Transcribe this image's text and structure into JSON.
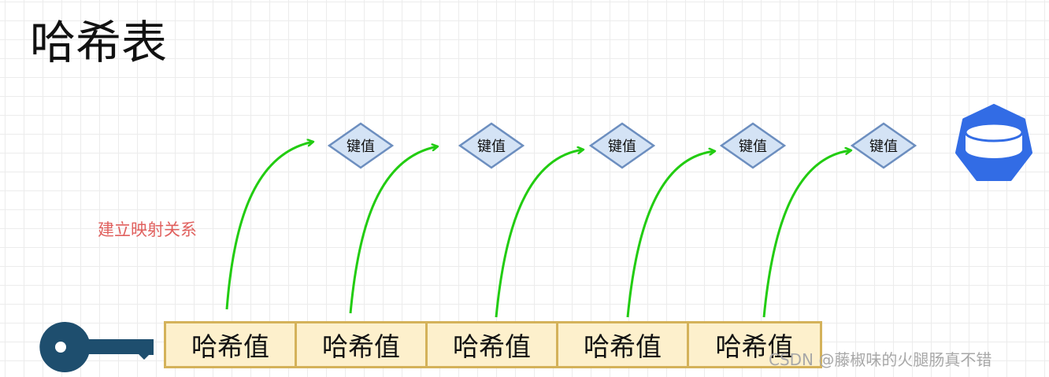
{
  "title": "哈希表",
  "relation_label": "建立映射关系",
  "key_values": [
    "键值",
    "键值",
    "键值",
    "键值",
    "键值"
  ],
  "hash_values": [
    "哈希值",
    "哈希值",
    "哈希值",
    "哈希值",
    "哈希值"
  ],
  "watermark": "CSDN @藤椒味的火腿肠真不错",
  "colors": {
    "arrow": "#22cc11",
    "relation_label": "#e0605e",
    "diamond_fill": "#d4e3f5",
    "diamond_stroke": "#6c8ebf",
    "cell_fill": "#fdf0cc",
    "cell_border": "#d4b25a",
    "key_icon": "#1e4e6e",
    "db_icon": "#326ce5"
  },
  "icons": {
    "key": "key-icon",
    "database": "database-icon"
  }
}
